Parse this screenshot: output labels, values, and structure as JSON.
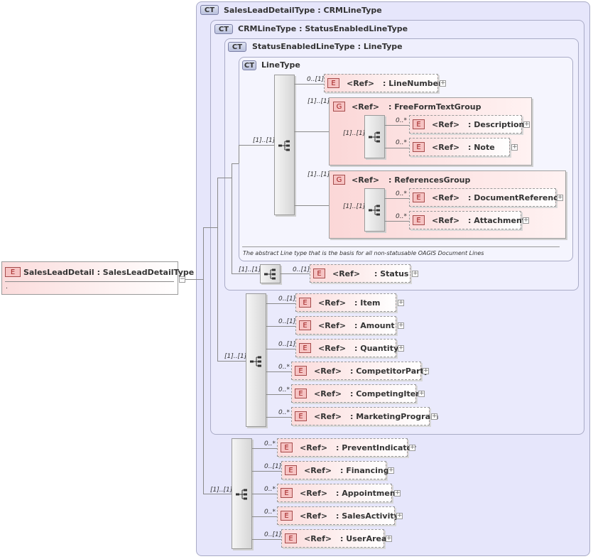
{
  "root_element": {
    "badge": "E",
    "name": "SalesLeadDetail",
    "type": ": SalesLeadDetailType",
    "annotation": ".",
    "collapse": "−"
  },
  "complex_types": {
    "sales_lead_detail_type": {
      "badge": "CT",
      "name": "SalesLeadDetailType",
      "base": ": CRMLineType"
    },
    "crm_line_type": {
      "badge": "CT",
      "name": "CRMLineType",
      "base": ": StatusEnabledLineType"
    },
    "status_enabled_line_type": {
      "badge": "CT",
      "name": "StatusEnabledLineType",
      "base": ": LineType"
    },
    "line_type": {
      "badge": "CT",
      "name": "LineType",
      "documentation": "The abstract Line type that is the basis for all non-statusable OAGIS Document Lines"
    }
  },
  "ref_label": "<Ref>",
  "plus": "+",
  "groups": {
    "free_form": {
      "badge": "G",
      "name": ": FreeFormTextGroup",
      "card": "[1]..[1]",
      "seq_card": "[1]..[1]"
    },
    "references": {
      "badge": "G",
      "name": ": ReferencesGroup",
      "card": "[1]..[1]",
      "seq_card": "[1]..[1]"
    }
  },
  "line_type_seq_card": "[1]..[1]",
  "elements": {
    "line_number": {
      "badge": "E",
      "name": ": LineNumber",
      "card": "0..[1]"
    },
    "description": {
      "badge": "E",
      "name": ": Description",
      "card": "0..*"
    },
    "note": {
      "badge": "E",
      "name": ": Note",
      "card": "0..*"
    },
    "document_reference": {
      "badge": "E",
      "name": ": DocumentReference",
      "card": "0..*"
    },
    "attachment": {
      "badge": "E",
      "name": ": Attachment",
      "card": "0..*"
    },
    "status": {
      "badge": "E",
      "name": ": Status",
      "card": "0..[1]",
      "seq_card": "[1]..[1]"
    },
    "item": {
      "badge": "E",
      "name": ": Item",
      "card": "0..[1]"
    },
    "amount": {
      "badge": "E",
      "name": ": Amount",
      "card": "0..[1]"
    },
    "quantity": {
      "badge": "E",
      "name": ": Quantity",
      "card": "0..[1]"
    },
    "competitor_party": {
      "badge": "E",
      "name": ": CompetitorParty",
      "card": "0..*"
    },
    "competing_item": {
      "badge": "E",
      "name": ": CompetingItem",
      "card": "0..*"
    },
    "marketing_program": {
      "badge": "E",
      "name": ": MarketingProgram",
      "card": "0..*"
    },
    "prevent_indicator": {
      "badge": "E",
      "name": ": PreventIndicator",
      "card": "0..*"
    },
    "financing": {
      "badge": "E",
      "name": ": Financing",
      "card": "0..[1]"
    },
    "appointment": {
      "badge": "E",
      "name": ": Appointment",
      "card": "0..*"
    },
    "sales_activity": {
      "badge": "E",
      "name": ": SalesActivity",
      "card": "0..*"
    },
    "user_area": {
      "badge": "E",
      "name": ": UserArea",
      "card": "0..[1]"
    }
  },
  "crm_seq_card": "[1]..[1]",
  "sales_seq_card": "[1]..[1]"
}
